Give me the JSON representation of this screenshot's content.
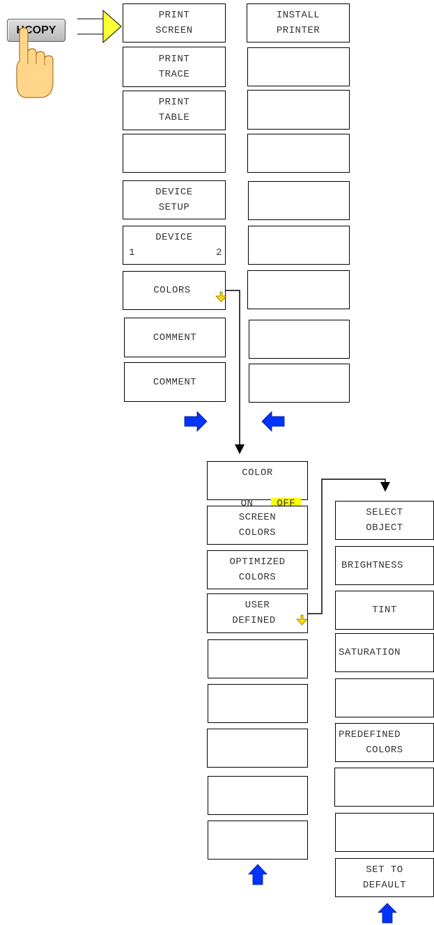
{
  "hardkey": {
    "label": "HCOPY"
  },
  "menu_main": [
    {
      "l1": "PRINT",
      "l2": "SCREEN"
    },
    {
      "l1": "PRINT",
      "l2": "TRACE"
    },
    {
      "l1": "PRINT",
      "l2": "TABLE"
    },
    {
      "l1": "",
      "l2": ""
    },
    {
      "l1": "DEVICE",
      "l2": "SETUP"
    },
    {
      "l1": "DEVICE",
      "l2a": "1",
      "l2b": "2"
    },
    {
      "l1": "COLORS",
      "submenu": true
    },
    {
      "l1": "COMMENT"
    },
    {
      "l1": "COMMENT"
    }
  ],
  "menu_side": [
    {
      "l1": "INSTALL",
      "l2": "PRINTER"
    },
    {
      "l1": ""
    },
    {
      "l1": ""
    },
    {
      "l1": ""
    },
    {
      "l1": ""
    },
    {
      "l1": ""
    },
    {
      "l1": ""
    },
    {
      "l1": ""
    },
    {
      "l1": ""
    }
  ],
  "menu_colors": [
    {
      "l1": "COLOR",
      "l2a": "ON",
      "l2b": "OFF",
      "selected": "OFF"
    },
    {
      "l1": "SCREEN",
      "l2": "COLORS"
    },
    {
      "l1": "OPTIMIZED",
      "l2": "COLORS"
    },
    {
      "l1": "USER",
      "l2": "DEFINED",
      "submenu": true
    },
    {
      "l1": ""
    },
    {
      "l1": ""
    },
    {
      "l1": ""
    },
    {
      "l1": ""
    },
    {
      "l1": ""
    }
  ],
  "menu_user": [
    {
      "l1": "SELECT",
      "l2": "OBJECT"
    },
    {
      "l1": "BRIGHTNESS"
    },
    {
      "l1": "TINT"
    },
    {
      "l1": "SATURATION"
    },
    {
      "l1": ""
    },
    {
      "l1": "PREDEFINED",
      "l2": "COLORS"
    },
    {
      "l1": ""
    },
    {
      "l1": ""
    },
    {
      "l1": "SET TO",
      "l2": "DEFAULT"
    }
  ],
  "colors": {
    "nav_arrow": "#0033ff",
    "submenu_arrow": "#ffdd00",
    "highlight": "#ffff00",
    "finger": "#ffd68a"
  }
}
